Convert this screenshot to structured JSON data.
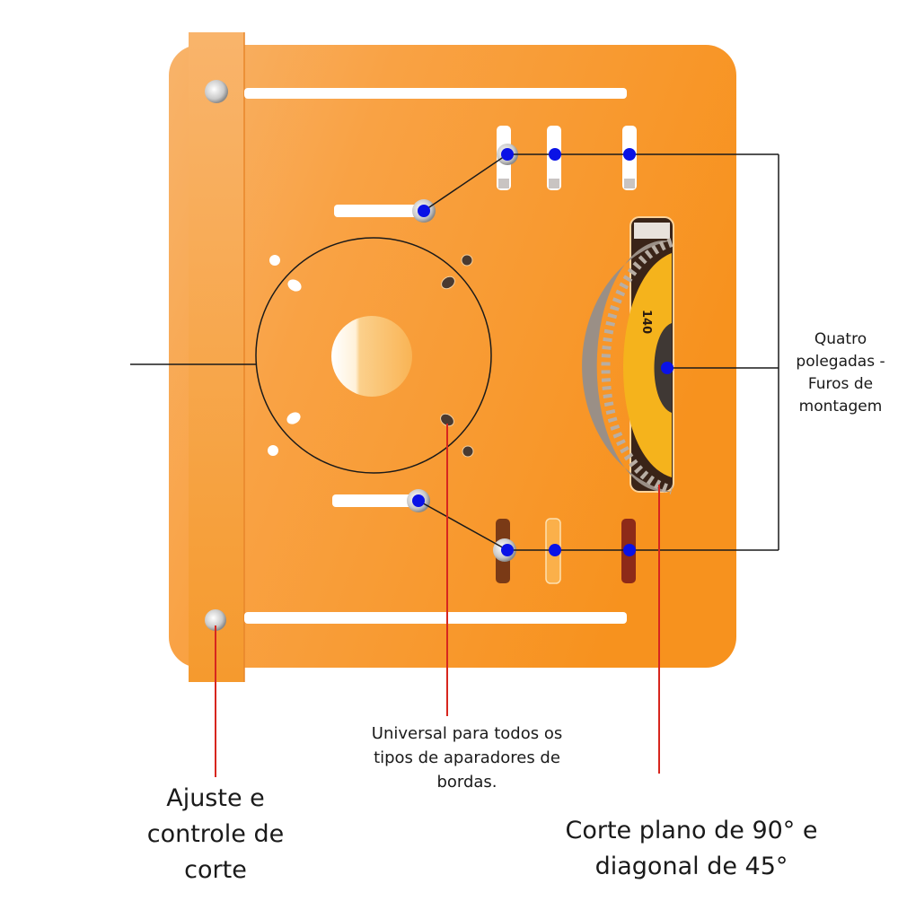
{
  "colors": {
    "plate": "#f7921e",
    "plate_light": "#f9b163",
    "slot": "#ffffff",
    "marker": "#0a12e6",
    "callout_black": "#1a1a1a",
    "callout_red": "#d7261e",
    "blade_yellow": "#f5b31c",
    "blade_steel": "#9a8f86"
  },
  "labels": {
    "mounting_holes": [
      "Quatro",
      "polegadas -",
      "Furos de",
      "montagem"
    ],
    "universal": [
      "Universal para todos os",
      "tipos de aparadores de",
      "bordas."
    ],
    "adjust": [
      "Ajuste e",
      "controle de",
      "corte"
    ],
    "cut": [
      "Corte plano de 90° e",
      "diagonal de 45°"
    ]
  },
  "blade_text": "140"
}
